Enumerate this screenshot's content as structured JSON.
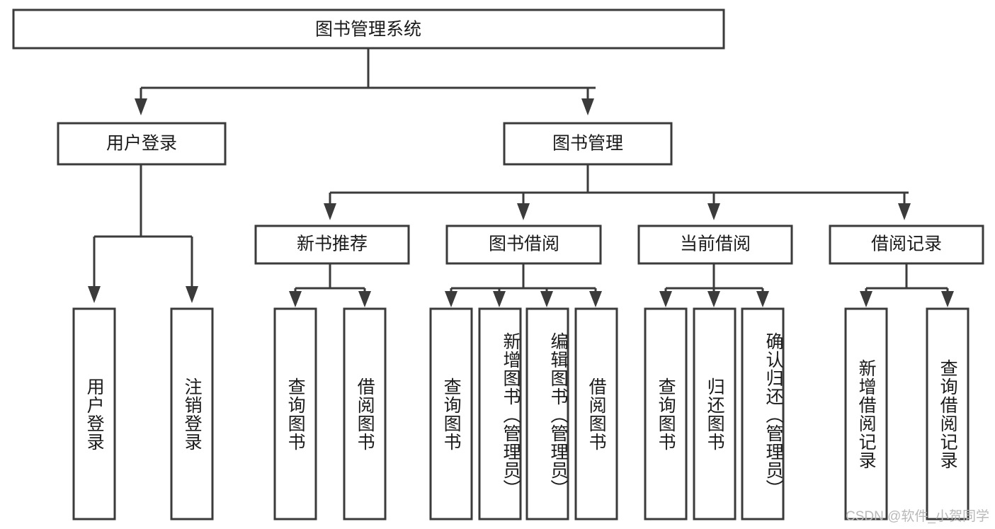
{
  "diagram": {
    "type": "tree-hierarchy-chart",
    "title": "图书管理系统",
    "watermark": "CSDN @软件_小贺同学",
    "colors": {
      "box_stroke": "#3b3b3b",
      "box_fill": "#ffffff",
      "text": "#1a1a1a",
      "background": "#ffffff",
      "watermark": "#b9b9b9"
    },
    "levels": {
      "root": {
        "label": "图书管理系统"
      },
      "level2": [
        {
          "id": "user-login",
          "label": "用户登录"
        },
        {
          "id": "book-management",
          "label": "图书管理"
        }
      ],
      "level3": [
        {
          "id": "new-book-recommend",
          "label": "新书推荐",
          "parent": "book-management"
        },
        {
          "id": "book-borrow",
          "label": "图书借阅",
          "parent": "book-management"
        },
        {
          "id": "current-borrow",
          "label": "当前借阅",
          "parent": "book-management"
        },
        {
          "id": "borrow-record",
          "label": "借阅记录",
          "parent": "book-management"
        }
      ],
      "leaves": [
        {
          "id": "leaf-user-login",
          "label": "用户登录",
          "parent": "user-login"
        },
        {
          "id": "leaf-logout",
          "label": "注销登录",
          "parent": "user-login"
        },
        {
          "id": "leaf-query-book-1",
          "label": "查询图书",
          "parent": "new-book-recommend"
        },
        {
          "id": "leaf-borrow-book-1",
          "label": "借阅图书",
          "parent": "new-book-recommend"
        },
        {
          "id": "leaf-query-book-2",
          "label": "查询图书",
          "parent": "book-borrow"
        },
        {
          "id": "leaf-add-book",
          "label": "新增图书（管理员）",
          "parent": "book-borrow"
        },
        {
          "id": "leaf-edit-book",
          "label": "编辑图书（管理员）",
          "parent": "book-borrow"
        },
        {
          "id": "leaf-borrow-book-2",
          "label": "借阅图书",
          "parent": "book-borrow"
        },
        {
          "id": "leaf-query-book-3",
          "label": "查询图书",
          "parent": "current-borrow"
        },
        {
          "id": "leaf-return-book",
          "label": "归还图书",
          "parent": "current-borrow"
        },
        {
          "id": "leaf-confirm-return",
          "label": "确认归还（管理员）",
          "parent": "current-borrow"
        },
        {
          "id": "leaf-add-record",
          "label": "新增借阅记录",
          "parent": "borrow-record"
        },
        {
          "id": "leaf-query-record",
          "label": "查询借阅记录",
          "parent": "borrow-record"
        }
      ]
    }
  }
}
